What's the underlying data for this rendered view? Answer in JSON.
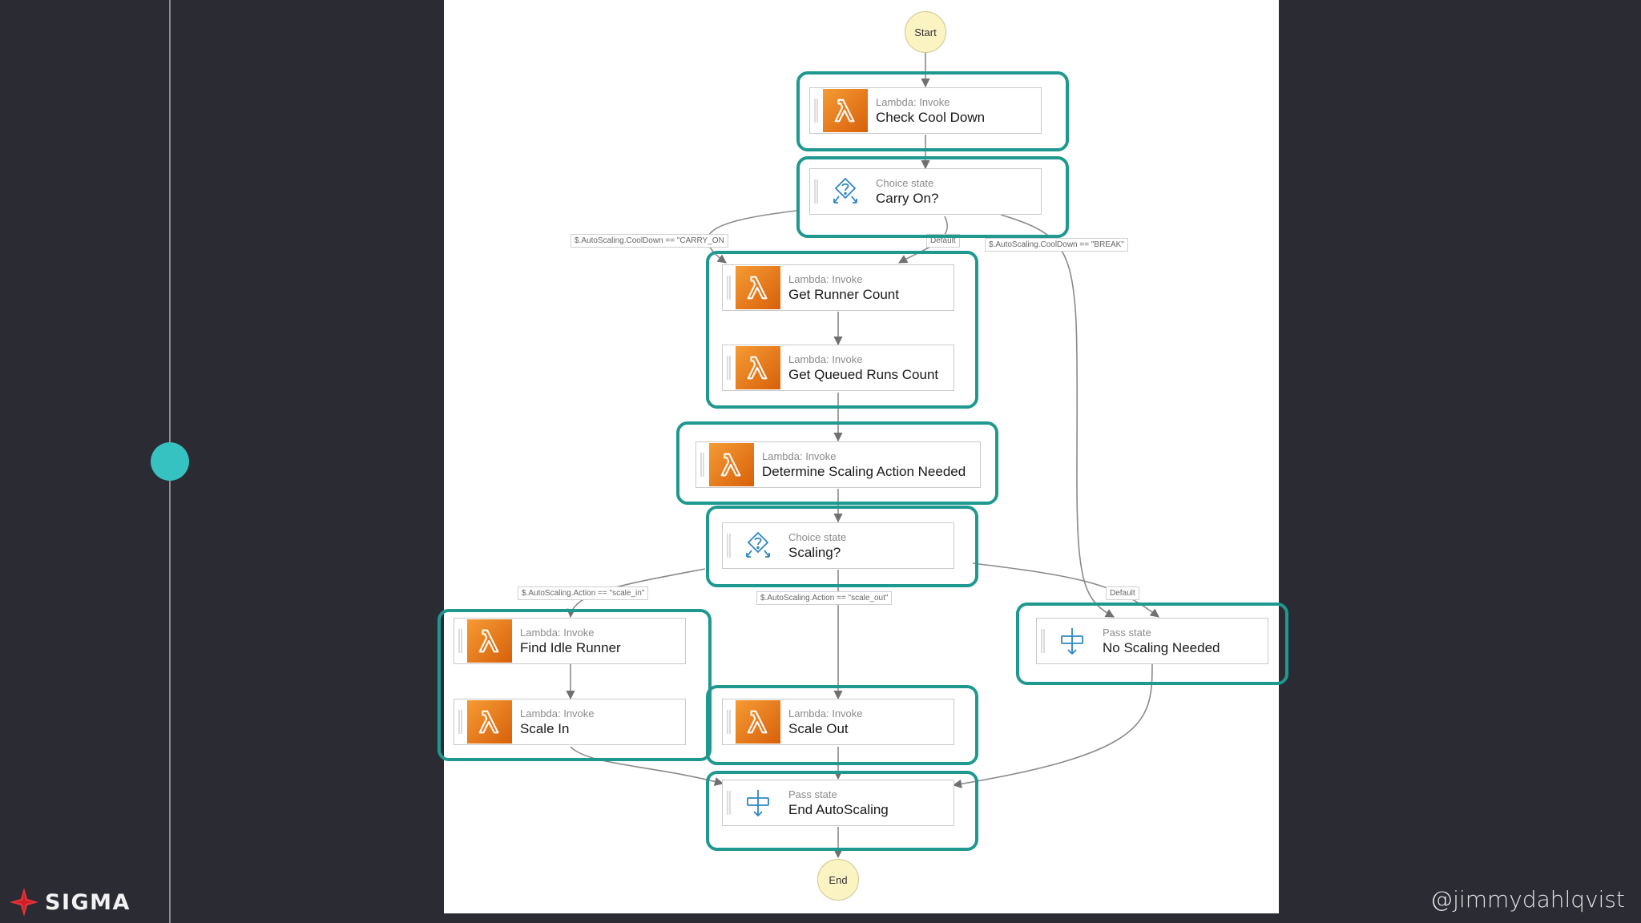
{
  "brand": {
    "name": "SIGMA",
    "colors": {
      "accent": "#e8333a",
      "accent2": "#cc1f27"
    }
  },
  "handle": "@jimmydahlqvist",
  "colors": {
    "highlight": "#1f9890",
    "timeline_dot": "#36c2c0",
    "lambda_orange": "#e87412",
    "background": "#2b2b33"
  },
  "workflow": {
    "start": "Start",
    "end": "End",
    "states": {
      "check_cool_down": {
        "kind": "Lambda: Invoke",
        "title": "Check Cool Down",
        "icon": "lambda-icon"
      },
      "carry_on": {
        "kind": "Choice state",
        "title": "Carry On?",
        "icon": "choice-icon"
      },
      "get_runner_count": {
        "kind": "Lambda: Invoke",
        "title": "Get Runner Count",
        "icon": "lambda-icon"
      },
      "get_queued_runs_count": {
        "kind": "Lambda: Invoke",
        "title": "Get Queued Runs Count",
        "icon": "lambda-icon"
      },
      "determine_scaling": {
        "kind": "Lambda: Invoke",
        "title": "Determine Scaling Action Needed",
        "icon": "lambda-icon"
      },
      "scaling": {
        "kind": "Choice state",
        "title": "Scaling?",
        "icon": "choice-icon"
      },
      "find_idle_runner": {
        "kind": "Lambda: Invoke",
        "title": "Find Idle Runner",
        "icon": "lambda-icon"
      },
      "scale_in": {
        "kind": "Lambda: Invoke",
        "title": "Scale In",
        "icon": "lambda-icon"
      },
      "scale_out": {
        "kind": "Lambda: Invoke",
        "title": "Scale Out",
        "icon": "lambda-icon"
      },
      "no_scaling": {
        "kind": "Pass state",
        "title": "No Scaling Needed",
        "icon": "pass-icon"
      },
      "end_autoscaling": {
        "kind": "Pass state",
        "title": "End AutoScaling",
        "icon": "pass-icon"
      }
    },
    "edge_labels": {
      "carry_on_true": "$.AutoScaling.CoolDown == \"CARRY_ON",
      "carry_on_default": "Default",
      "carry_on_break": "$.AutoScaling.CoolDown == \"BREAK\"",
      "scale_in": "$.AutoScaling.Action == \"scale_in\"",
      "scale_out": "$.AutoScaling.Action == \"scale_out\"",
      "scaling_default": "Default"
    }
  }
}
